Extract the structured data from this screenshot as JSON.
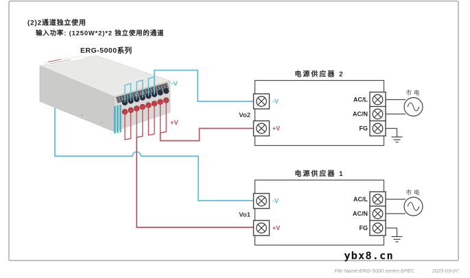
{
  "heading": {
    "line1": "(2)2通道独立使用",
    "line2": "输入功率: (1250W*2)*2 独立使用的通道"
  },
  "psu": {
    "series_label": "ERG-5000系列",
    "wire_negative_label": "-V",
    "wire_positive_label": "+V"
  },
  "supplies": [
    {
      "title": "电源供应器 2",
      "output_label": "Vo2",
      "negative_label": "-V",
      "positive_label": "+V",
      "ac_l_label": "AC/L",
      "ac_n_label": "AC/N",
      "fg_label": "FG",
      "mains_label": "市电"
    },
    {
      "title": "电源供应器 1",
      "output_label": "Vo1",
      "negative_label": "-V",
      "positive_label": "+V",
      "ac_l_label": "AC/L",
      "ac_n_label": "AC/N",
      "fg_label": "FG",
      "mains_label": "市电"
    }
  ],
  "watermark": "ybx8.cn",
  "footer": {
    "file_name": "File Name:ERG-5000 series-SPEC",
    "date": "2023-03-07"
  },
  "colors": {
    "wire_negative": "#5fbfd2",
    "wire_positive": "#c0515b",
    "box_border": "#4a4a4a",
    "page_border": "#a9a9a9",
    "text_primary": "#1c1c1c",
    "text_muted": "#9a9a9a"
  }
}
